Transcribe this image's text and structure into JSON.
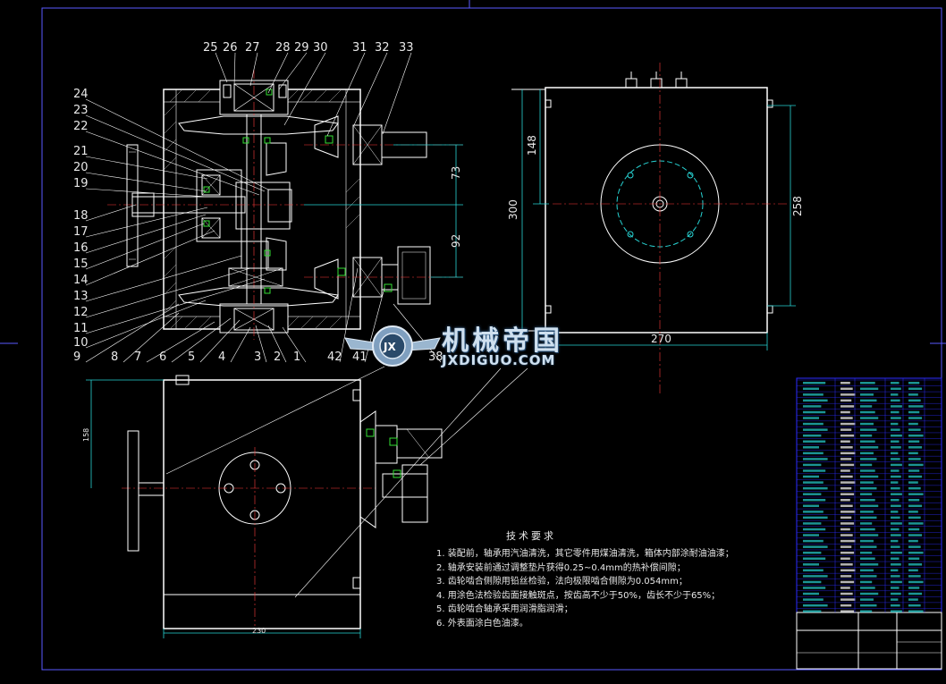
{
  "part_numbers": [
    "1",
    "2",
    "3",
    "4",
    "5",
    "6",
    "7",
    "8",
    "9",
    "10",
    "11",
    "12",
    "13",
    "14",
    "15",
    "16",
    "17",
    "18",
    "19",
    "20",
    "21",
    "22",
    "23",
    "24",
    "25",
    "26",
    "27",
    "28",
    "29",
    "30",
    "31",
    "32",
    "33",
    "38",
    "41",
    "42"
  ],
  "dimensions": {
    "d73": "73",
    "d92": "92",
    "d148": "148",
    "d300": "300",
    "d258": "258",
    "d270": "270",
    "d230": "230",
    "d158": "158"
  },
  "tech_requirements": {
    "title": "技术要求",
    "items": [
      "1. 装配前，轴承用汽油清洗，其它零件用煤油清洗，箱体内部涂耐油油漆；",
      "2. 轴承安装前通过调整垫片获得0.25~0.4mm的热补偿间隙；",
      "3. 齿轮啮合侧隙用铅丝检验，法向极限啮合侧隙为0.054mm；",
      "4. 用涂色法检验齿面接触斑点，按齿高不少于50%，齿长不少于65%；",
      "5. 齿轮啮合轴承采用润滑脂润滑；",
      "6. 外表面涂白色油漆。"
    ]
  },
  "watermark": {
    "cn": "机械帝国",
    "en": "JXDIGUO.COM",
    "logo": "JX"
  },
  "colors": {
    "background": "#000000",
    "outline": "#ffffff",
    "centerline": "#ff3b3b",
    "dimension": "#27d3d3",
    "leader": "#ffffff",
    "hatch": "#ffffff",
    "frame": "#5a5aff",
    "part_green": "#35e035",
    "title_block": "#2c2cff"
  }
}
